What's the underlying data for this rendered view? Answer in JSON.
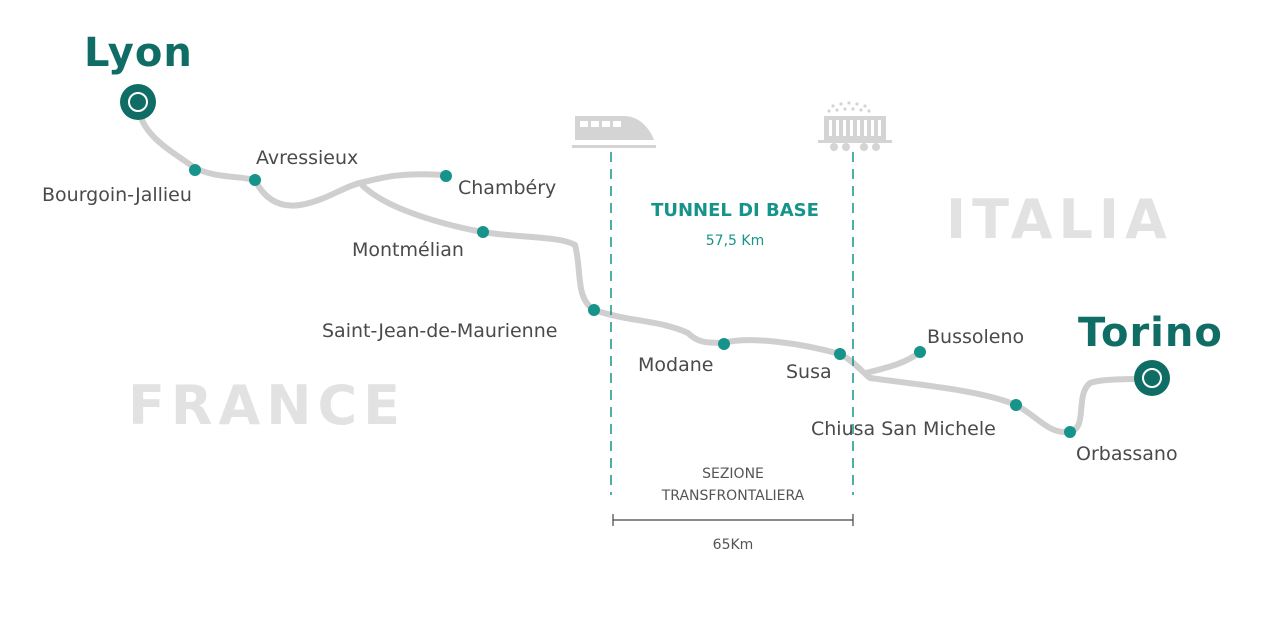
{
  "map": {
    "countries": {
      "france": "FRANCE",
      "italy": "ITALIA"
    },
    "cities": {
      "lyon": "Lyon",
      "torino": "Torino"
    },
    "stations": {
      "bourgoin": "Bourgoin-Jallieu",
      "avressieux": "Avressieux",
      "chambery": "Chambéry",
      "montmelian": "Montmélian",
      "saint_jean": "Saint-Jean-de-Maurienne",
      "modane": "Modane",
      "susa": "Susa",
      "bussoleno": "Bussoleno",
      "chiusa": "Chiusa San Michele",
      "orbassano": "Orbassano"
    },
    "tunnel": {
      "title": "TUNNEL DI BASE",
      "length": "57,5 Km"
    },
    "section": {
      "line1": "SEZIONE",
      "line2": "TRANSFRONTALIERA",
      "length": "65Km"
    },
    "icons": {
      "left": "passenger-train-icon",
      "right": "freight-wagon-icon"
    },
    "colors": {
      "route": "#cfcfcf",
      "station": "#16938a",
      "city": "#0f6d66",
      "country": "#e2e2e2"
    }
  }
}
